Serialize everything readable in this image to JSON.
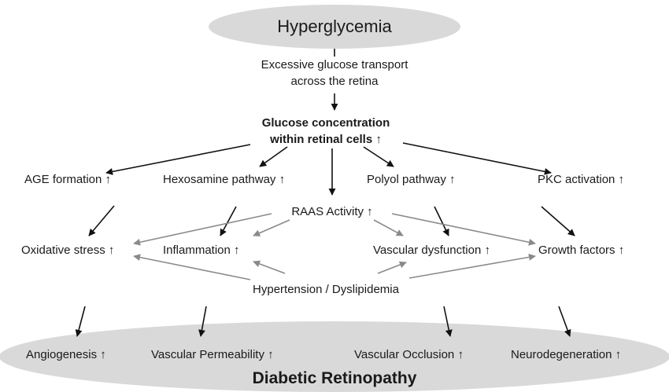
{
  "top_node": "Hyperglycemia",
  "transport": {
    "line1": "Excessive glucose transport",
    "line2": "across the retina"
  },
  "glucose": {
    "line1": "Glucose concentration",
    "line2": "within retinal cells ↑"
  },
  "pathways": {
    "age": "AGE formation ↑",
    "hexosamine": "Hexosamine pathway ↑",
    "polyol": "Polyol pathway ↑",
    "pkc": "PKC activation ↑"
  },
  "raas": "RAAS Activity ↑",
  "effects": {
    "oxidative": "Oxidative stress ↑",
    "inflammation": "Inflammation ↑",
    "vascular_dysfunction": "Vascular dysfunction ↑",
    "growth_factors": "Growth factors ↑"
  },
  "hypertension": "Hypertension / Dyslipidemia",
  "outcomes": {
    "angiogenesis": "Angiogenesis ↑",
    "permeability": "Vascular Permeability ↑",
    "occlusion": "Vascular Occlusion ↑",
    "neurodegeneration": "Neurodegeneration ↑"
  },
  "bottom_node": "Diabetic Retinopathy",
  "colors": {
    "ellipse_fill": "#d9d9d9",
    "arrow_black": "#111111",
    "arrow_gray": "#8a8a8a"
  }
}
